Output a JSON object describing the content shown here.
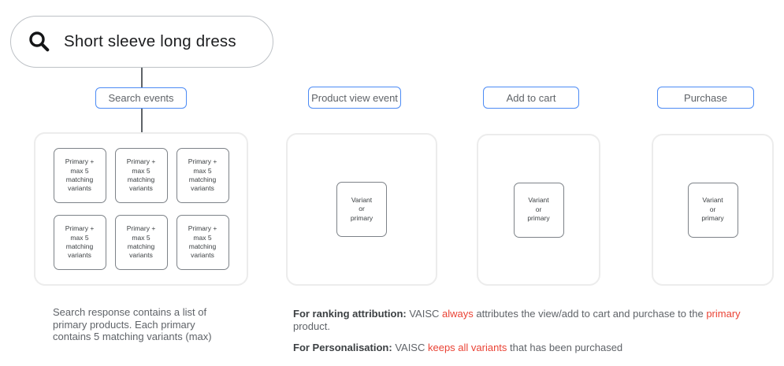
{
  "colors": {
    "accent_blue": "#4c8bf5",
    "alert_red": "#ea4335",
    "text_gray": "#5f6368",
    "card_border_gray": "#7d8288",
    "panel_border_gray": "#ececec"
  },
  "search_bar": {
    "query": "Short sleeve long dress",
    "icon": "search-icon"
  },
  "events": {
    "search": {
      "label": "Search events"
    },
    "product_view": {
      "label": "Product view event"
    },
    "add_to_cart": {
      "label": "Add to cart"
    },
    "purchase": {
      "label": "Purchase"
    }
  },
  "panels": {
    "search": {
      "cards": [
        "Primary +\nmax 5\nmatching\nvariants",
        "Primary +\nmax 5\nmatching\nvariants",
        "Primary +\nmax 5\nmatching\nvariants",
        "Primary +\nmax 5\nmatching\nvariants",
        "Primary +\nmax 5\nmatching\nvariants",
        "Primary +\nmax 5\nmatching\nvariants"
      ]
    },
    "product_view": {
      "card": "Variant\nor\nprimary"
    },
    "add_to_cart": {
      "card": "Variant\nor\nprimary"
    },
    "purchase": {
      "card": "Variant\nor\nprimary"
    }
  },
  "annotations": {
    "search_note": "Search response contains a list of\nprimary products. Each primary\ncontains 5 matching variants (max)",
    "ranking": {
      "label": "For ranking attribution:",
      "t1": " VAISC ",
      "red1": "always",
      "t2": " attributes the view/add to cart and purchase to the ",
      "red2": "primary",
      "t3": " product."
    },
    "personalisation": {
      "label": "For Personalisation:",
      "t1": " VAISC ",
      "red1": "keeps all variants",
      "t2": " that has been purchased"
    }
  }
}
